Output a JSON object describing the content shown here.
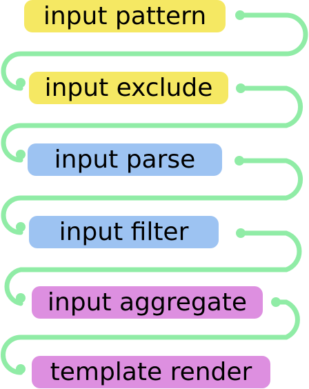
{
  "pipeline": {
    "steps": [
      {
        "label": "input pattern",
        "color": "#f5e863"
      },
      {
        "label": "input exclude",
        "color": "#f5e863"
      },
      {
        "label": "input parse",
        "color": "#9dc3f2"
      },
      {
        "label": "input filter",
        "color": "#9dc3f2"
      },
      {
        "label": "input aggregate",
        "color": "#dd8fe0"
      },
      {
        "label": "template render",
        "color": "#dd8fe0"
      }
    ],
    "connector_color": "#90eca6"
  }
}
